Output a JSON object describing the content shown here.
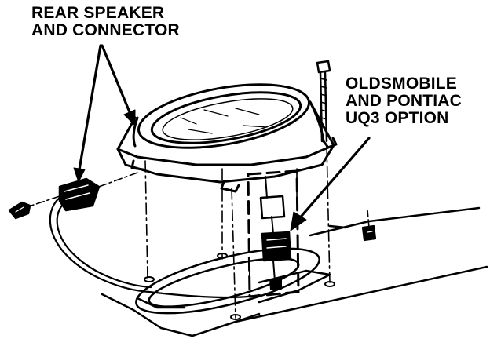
{
  "labels": {
    "rear_speaker": [
      "REAR SPEAKER",
      "AND CONNECTOR"
    ],
    "olds_option": [
      "OLDSMOBILE",
      "AND PONTIAC",
      "UQ3 OPTION"
    ]
  },
  "colors": {
    "ink": "#000000",
    "paper": "#ffffff"
  }
}
